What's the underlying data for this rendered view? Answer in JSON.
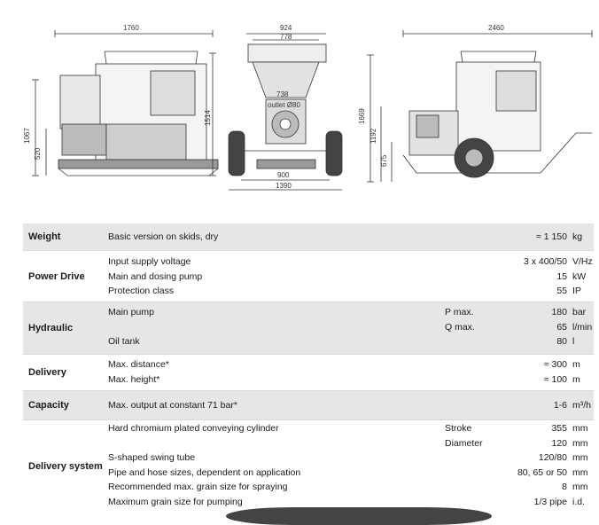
{
  "drawings": {
    "side_view": {
      "width": "1760",
      "height_total": "1067",
      "height_base": "520",
      "height_frame": "1514"
    },
    "front_view": {
      "top_outer": "924",
      "top_inner": "778",
      "hopper": "738",
      "outlet": "outlet Ø80",
      "wheel_track": "900",
      "overall_width": "1390"
    },
    "rear_view": {
      "width": "2460",
      "height_total": "1669",
      "height_mid": "1192",
      "height_axle": "675"
    }
  },
  "specs": [
    {
      "category": "Weight",
      "shade": true,
      "rows": [
        {
          "label": "Basic version on skids, dry",
          "sub": "",
          "value": "≈ 1 150",
          "unit": "kg"
        }
      ]
    },
    {
      "category": "Power Drive",
      "shade": false,
      "rows": [
        {
          "label": "Input supply voltage",
          "sub": "",
          "value": "3 x 400/50",
          "unit": "V/Hz"
        },
        {
          "label": "Main and dosing pump",
          "sub": "",
          "value": "15",
          "unit": "kW"
        },
        {
          "label": "Protection class",
          "sub": "",
          "value": "55",
          "unit": "IP"
        }
      ]
    },
    {
      "category": "Hydraulic",
      "shade": true,
      "rows": [
        {
          "label": "Main pump",
          "sub": "P max.",
          "value": "180",
          "unit": "bar"
        },
        {
          "label": "",
          "sub": "Q max.",
          "value": "65",
          "unit": "l/min"
        },
        {
          "label": "Oil tank",
          "sub": "",
          "value": "80",
          "unit": "l"
        }
      ]
    },
    {
      "category": "Delivery",
      "shade": false,
      "rows": [
        {
          "label": "Max. distance*",
          "sub": "",
          "value": "≈ 300",
          "unit": "m"
        },
        {
          "label": "Max. height*",
          "sub": "",
          "value": "≈ 100",
          "unit": "m"
        }
      ]
    },
    {
      "category": "Capacity",
      "shade": true,
      "rows": [
        {
          "label": "Max. output at constant 71 bar*",
          "sub": "",
          "value": "1-6",
          "unit": "m³/h"
        }
      ]
    },
    {
      "category": "Delivery system",
      "shade": false,
      "rows": [
        {
          "label": "Hard chromium plated conveying cylinder",
          "sub": "Stroke",
          "value": "355",
          "unit": "mm"
        },
        {
          "label": "",
          "sub": "Diameter",
          "value": "120",
          "unit": "mm"
        },
        {
          "label": "S-shaped swing tube",
          "sub": "",
          "value": "120/80",
          "unit": "mm"
        },
        {
          "label": "Pipe and hose sizes, dependent on application",
          "sub": "",
          "value": "80, 65 or 50",
          "unit": "mm"
        },
        {
          "label": "Recommended max. grain size for spraying",
          "sub": "",
          "value": "8",
          "unit": "mm"
        },
        {
          "label": "Maximum grain size for pumping",
          "sub": "",
          "value": "1/3 pipe",
          "unit": "i.d."
        }
      ]
    }
  ]
}
